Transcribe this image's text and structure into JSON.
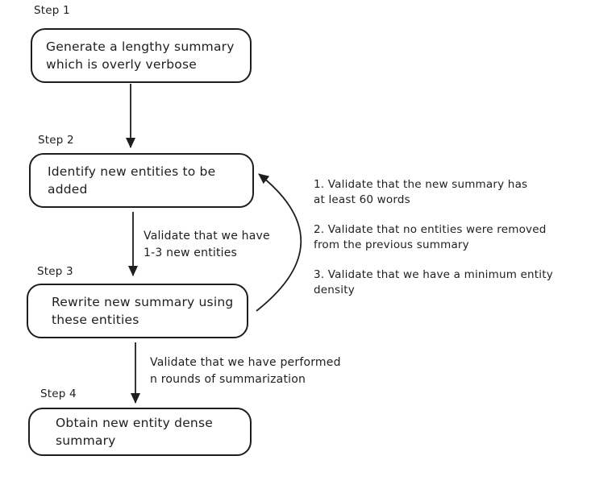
{
  "diagram": {
    "background_color": "#ffffff",
    "stroke_color": "#1e1e1e",
    "steps": [
      {
        "label": "Step 1",
        "text": "Generate a lengthy summary\nwhich is overly verbose"
      },
      {
        "label": "Step 2",
        "text": "Identify new entities to be\nadded"
      },
      {
        "label": "Step 3",
        "text": "Rewrite new summary using\nthese entities"
      },
      {
        "label": "Step 4",
        "text": "Obtain new entity dense\nsummary"
      }
    ],
    "edge_labels": [
      {
        "text": "Validate that we have\n1-3 new entities"
      },
      {
        "text": "Validate that we have performed\nn rounds of summarization"
      }
    ],
    "loop_notes": [
      {
        "text": "1. Validate that the new summary has\nat least 60 words"
      },
      {
        "text": "2. Validate that no entities were removed\nfrom the previous summary"
      },
      {
        "text": "3. Validate that we have a minimum entity\ndensity"
      }
    ]
  }
}
